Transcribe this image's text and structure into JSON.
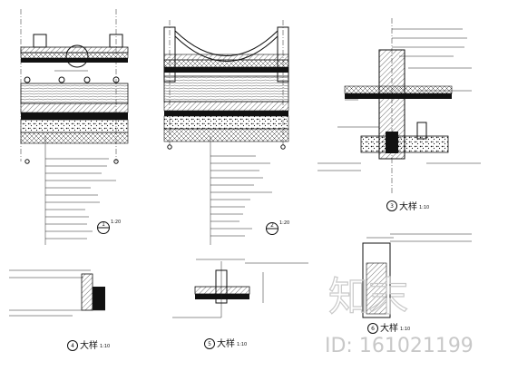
{
  "details": [
    {
      "number": "1",
      "scale": "1:20"
    },
    {
      "number": "2",
      "scale": "1:20"
    },
    {
      "number": "3",
      "title": "大样",
      "scale": "1:10"
    },
    {
      "number": "4",
      "title": "大样",
      "scale": "1:10"
    },
    {
      "number": "5",
      "title": "大样",
      "scale": "1:10"
    },
    {
      "number": "6",
      "title": "大样",
      "scale": "1:10"
    }
  ],
  "watermark": {
    "logo_text": "知末",
    "id_text": "ID: 161021199"
  }
}
